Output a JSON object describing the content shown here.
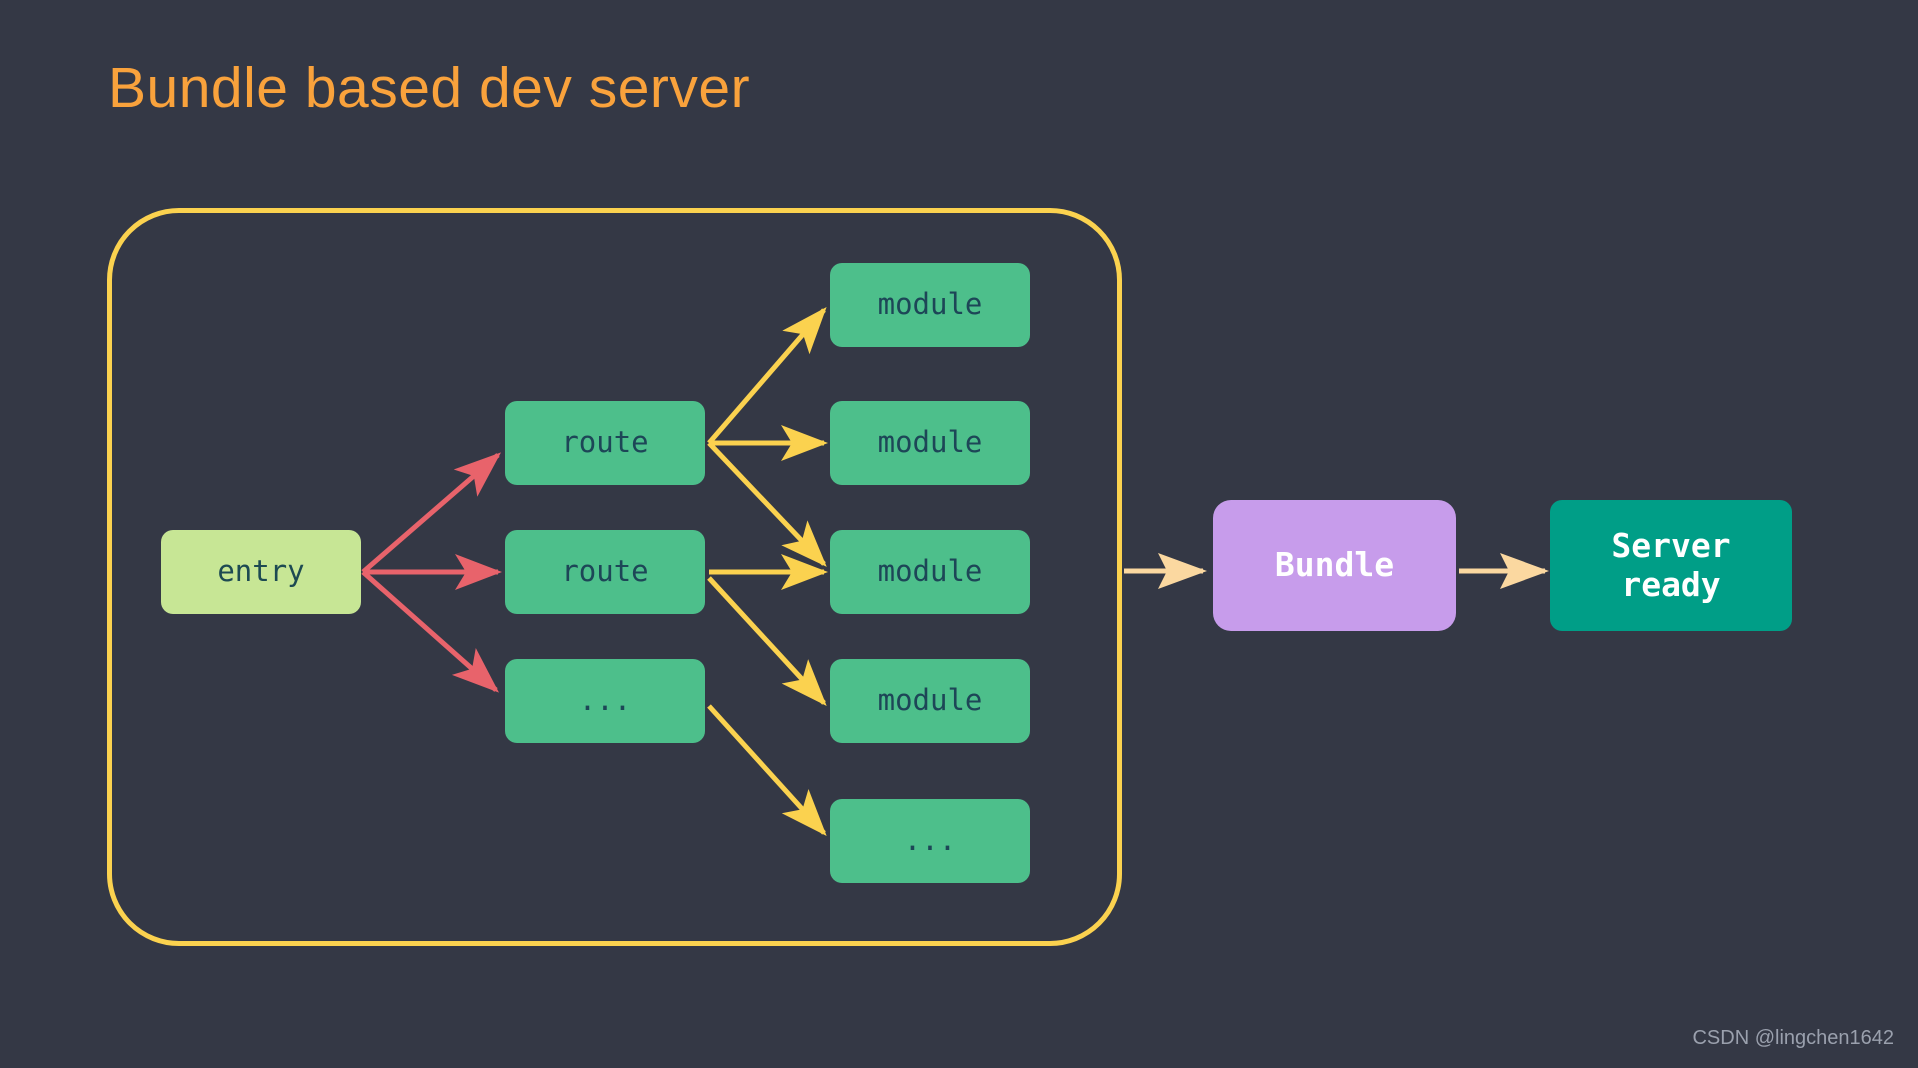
{
  "page": {
    "title": "Bundle based dev server",
    "background_color": "#343845",
    "title_color": "#f9a23c",
    "watermark": "CSDN @lingchen1642"
  },
  "container": {
    "name": "bundler-boundary",
    "border_color": "#fbd24f"
  },
  "colors": {
    "entry_fill": "#c7e695",
    "node_fill": "#4dbf8b",
    "node_text": "#1d4657",
    "bundle_fill": "#c79ceb",
    "server_fill": "#009e87",
    "entry_arrow": "#e8636b",
    "module_arrow": "#fbd24f",
    "arrow_out": "#fbd8a0"
  },
  "nodes": {
    "entry": {
      "label": "entry"
    },
    "routes": [
      {
        "label": "route"
      },
      {
        "label": "route"
      },
      {
        "label": "..."
      }
    ],
    "modules": [
      {
        "label": "module"
      },
      {
        "label": "module"
      },
      {
        "label": "module"
      },
      {
        "label": "module"
      },
      {
        "label": "..."
      }
    ],
    "bundle": {
      "label": "Bundle"
    },
    "server": {
      "label_line1": "Server",
      "label_line2": "ready"
    }
  },
  "edges": [
    {
      "from": "entry",
      "to": "route-1",
      "color": "#e8636b"
    },
    {
      "from": "entry",
      "to": "route-2",
      "color": "#e8636b"
    },
    {
      "from": "entry",
      "to": "route-3",
      "color": "#e8636b"
    },
    {
      "from": "route-1",
      "to": "module-1",
      "color": "#fbd24f"
    },
    {
      "from": "route-1",
      "to": "module-2",
      "color": "#fbd24f"
    },
    {
      "from": "route-1",
      "to": "module-3",
      "color": "#fbd24f"
    },
    {
      "from": "route-2",
      "to": "module-3",
      "color": "#fbd24f"
    },
    {
      "from": "route-2",
      "to": "module-4",
      "color": "#fbd24f"
    },
    {
      "from": "route-3",
      "to": "module-5",
      "color": "#fbd24f"
    },
    {
      "from": "bundler-boundary",
      "to": "bundle",
      "color": "#fbd8a0"
    },
    {
      "from": "bundle",
      "to": "server",
      "color": "#fbd8a0"
    }
  ]
}
